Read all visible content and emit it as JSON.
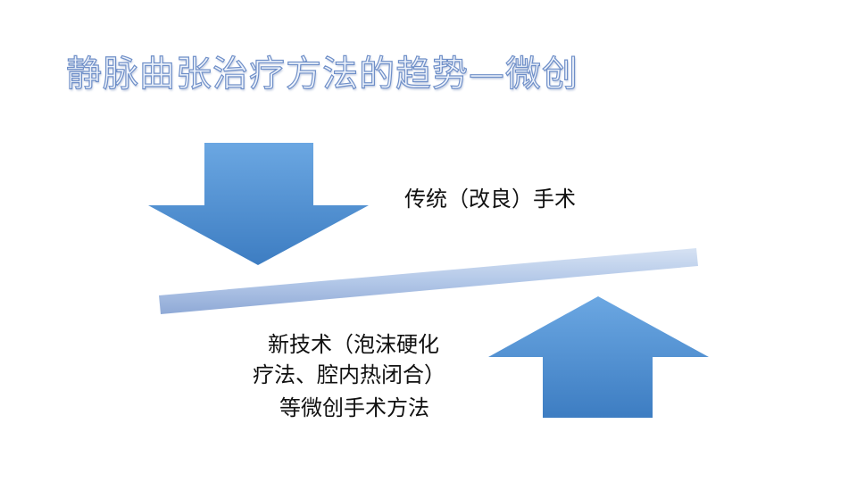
{
  "slide": {
    "title": "静脉曲张治疗方法的趋势—微创",
    "upper_label": "传统（改良）手术",
    "lower_label_lines": [
      "新技术（泡沫硬化",
      "疗法、腔内热闭合）",
      "等微创手术方法"
    ],
    "colors": {
      "arrow_top": "#6aa5e0",
      "arrow_bottom": "#3f7fc4",
      "bar": "#a9bfe2",
      "title_stroke": "#6f8fc8"
    }
  }
}
